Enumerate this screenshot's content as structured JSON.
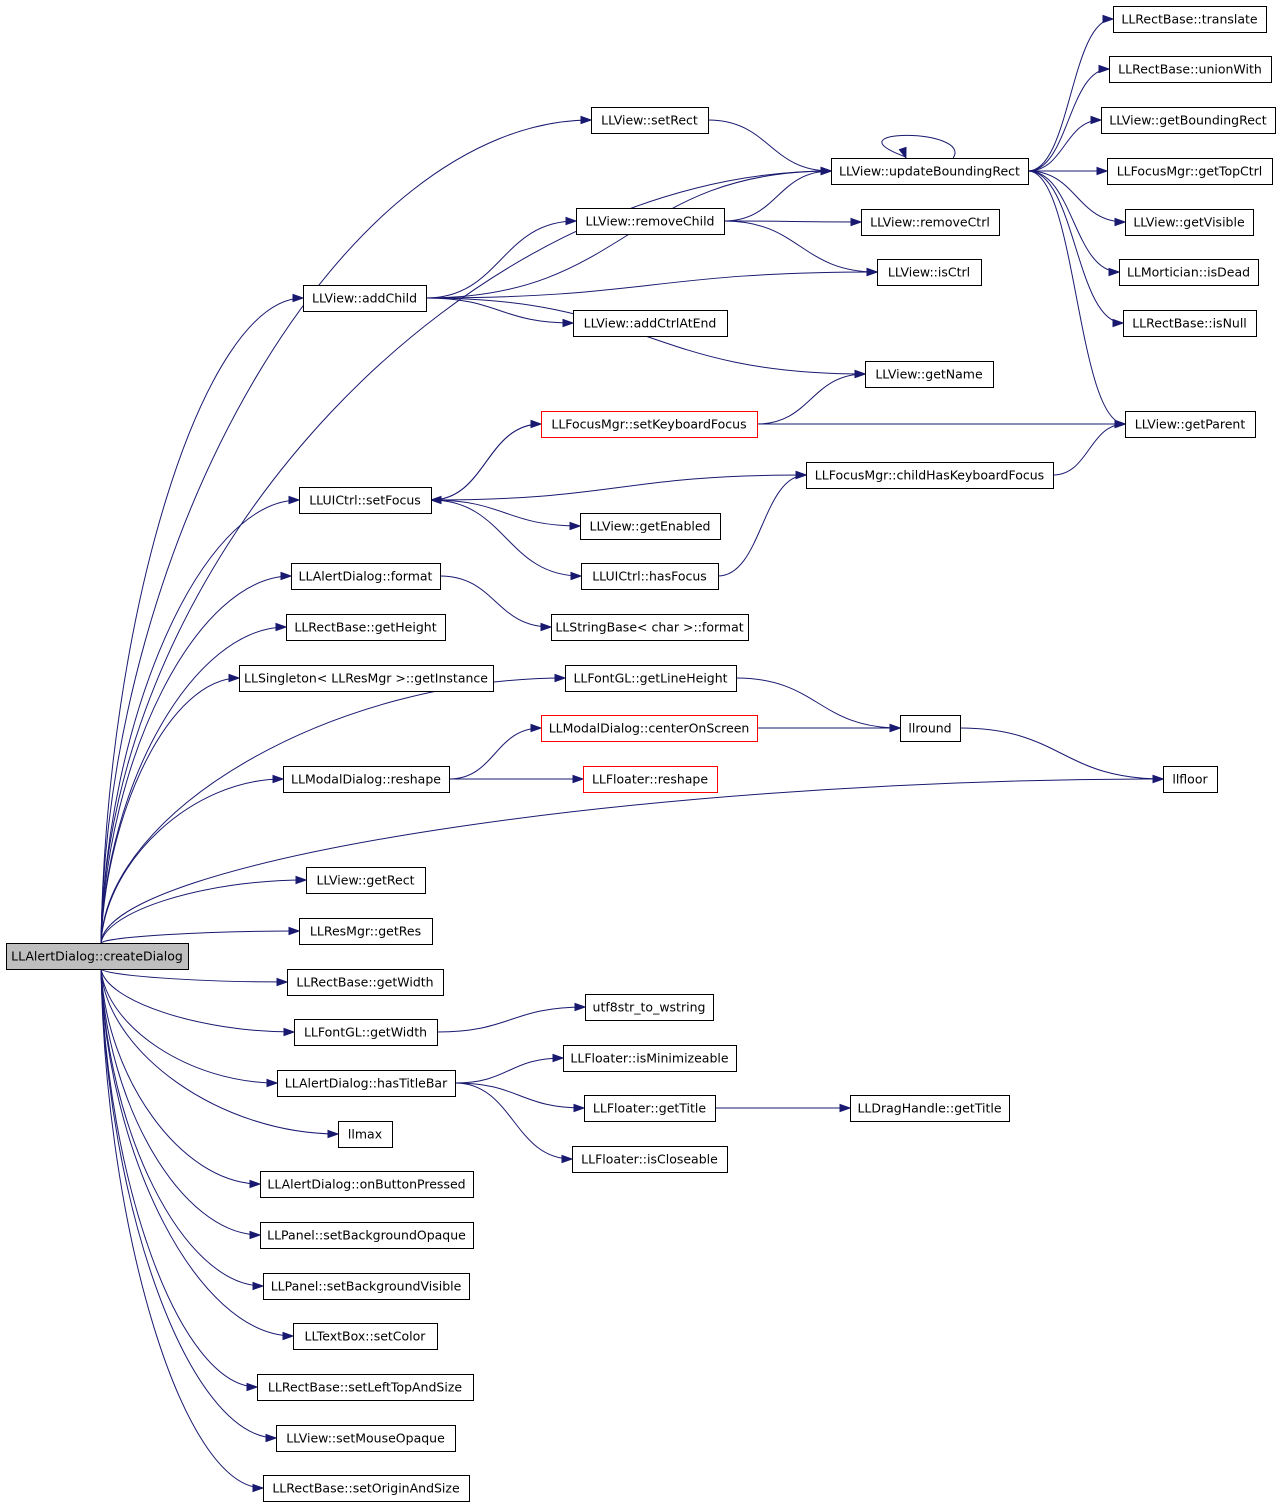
{
  "title": "",
  "nodes": [
    {
      "id": "createDialog",
      "label": "LLAlertDialog::createDialog",
      "style": "root"
    },
    {
      "id": "setRect",
      "label": "LLView::setRect"
    },
    {
      "id": "updateBoundingRect",
      "label": "LLView::updateBoundingRect"
    },
    {
      "id": "translate",
      "label": "LLRectBase::translate"
    },
    {
      "id": "unionWith",
      "label": "LLRectBase::unionWith"
    },
    {
      "id": "getBoundingRect",
      "label": "LLView::getBoundingRect"
    },
    {
      "id": "getTopCtrl",
      "label": "LLFocusMgr::getTopCtrl"
    },
    {
      "id": "getVisible",
      "label": "LLView::getVisible"
    },
    {
      "id": "isDead",
      "label": "LLMortician::isDead"
    },
    {
      "id": "isNull",
      "label": "LLRectBase::isNull"
    },
    {
      "id": "getParent",
      "label": "LLView::getParent"
    },
    {
      "id": "removeChild",
      "label": "LLView::removeChild"
    },
    {
      "id": "removeCtrl",
      "label": "LLView::removeCtrl"
    },
    {
      "id": "isCtrl",
      "label": "LLView::isCtrl"
    },
    {
      "id": "addChild",
      "label": "LLView::addChild"
    },
    {
      "id": "addCtrlAtEnd",
      "label": "LLView::addCtrlAtEnd"
    },
    {
      "id": "getName",
      "label": "LLView::getName"
    },
    {
      "id": "setKeyboardFocus",
      "label": "LLFocusMgr::setKeyboardFocus",
      "style": "red"
    },
    {
      "id": "setFocus",
      "label": "LLUICtrl::setFocus"
    },
    {
      "id": "childHasKeyboardFocus",
      "label": "LLFocusMgr::childHasKeyboardFocus"
    },
    {
      "id": "getEnabled",
      "label": "LLView::getEnabled"
    },
    {
      "id": "hasFocus",
      "label": "LLUICtrl::hasFocus"
    },
    {
      "id": "alertFormat",
      "label": "LLAlertDialog::format"
    },
    {
      "id": "stringFormat",
      "label": "LLStringBase< char >::format"
    },
    {
      "id": "getHeight",
      "label": "LLRectBase::getHeight"
    },
    {
      "id": "getInstance",
      "label": "LLSingleton< LLResMgr >::getInstance"
    },
    {
      "id": "getLineHeight",
      "label": "LLFontGL::getLineHeight"
    },
    {
      "id": "centerOnScreen",
      "label": "LLModalDialog::centerOnScreen",
      "style": "red"
    },
    {
      "id": "llround",
      "label": "llround"
    },
    {
      "id": "modalReshape",
      "label": "LLModalDialog::reshape"
    },
    {
      "id": "floaterReshape",
      "label": "LLFloater::reshape",
      "style": "red"
    },
    {
      "id": "llfloor",
      "label": "llfloor"
    },
    {
      "id": "getRect",
      "label": "LLView::getRect"
    },
    {
      "id": "getRes",
      "label": "LLResMgr::getRes"
    },
    {
      "id": "rectGetWidth",
      "label": "LLRectBase::getWidth"
    },
    {
      "id": "fontGetWidth",
      "label": "LLFontGL::getWidth"
    },
    {
      "id": "utf8str",
      "label": "utf8str_to_wstring"
    },
    {
      "id": "isMinimizeable",
      "label": "LLFloater::isMinimizeable"
    },
    {
      "id": "hasTitleBar",
      "label": "LLAlertDialog::hasTitleBar"
    },
    {
      "id": "floaterGetTitle",
      "label": "LLFloater::getTitle"
    },
    {
      "id": "dragGetTitle",
      "label": "LLDragHandle::getTitle"
    },
    {
      "id": "isCloseable",
      "label": "LLFloater::isCloseable"
    },
    {
      "id": "llmax",
      "label": "llmax"
    },
    {
      "id": "onButtonPressed",
      "label": "LLAlertDialog::onButtonPressed"
    },
    {
      "id": "setBackgroundOpaque",
      "label": "LLPanel::setBackgroundOpaque"
    },
    {
      "id": "setBackgroundVisible",
      "label": "LLPanel::setBackgroundVisible"
    },
    {
      "id": "setColor",
      "label": "LLTextBox::setColor"
    },
    {
      "id": "setLeftTopAndSize",
      "label": "LLRectBase::setLeftTopAndSize"
    },
    {
      "id": "setMouseOpaque",
      "label": "LLView::setMouseOpaque"
    },
    {
      "id": "setOriginAndSize",
      "label": "LLRectBase::setOriginAndSize"
    }
  ],
  "edges": [
    [
      "createDialog",
      "setRect"
    ],
    [
      "createDialog",
      "updateBoundingRect"
    ],
    [
      "createDialog",
      "addChild"
    ],
    [
      "createDialog",
      "setFocus"
    ],
    [
      "createDialog",
      "alertFormat"
    ],
    [
      "createDialog",
      "getHeight"
    ],
    [
      "createDialog",
      "getInstance"
    ],
    [
      "createDialog",
      "getLineHeight"
    ],
    [
      "createDialog",
      "modalReshape"
    ],
    [
      "createDialog",
      "llfloor"
    ],
    [
      "createDialog",
      "getRect"
    ],
    [
      "createDialog",
      "getRes"
    ],
    [
      "createDialog",
      "rectGetWidth"
    ],
    [
      "createDialog",
      "fontGetWidth"
    ],
    [
      "createDialog",
      "hasTitleBar"
    ],
    [
      "createDialog",
      "llmax"
    ],
    [
      "createDialog",
      "onButtonPressed"
    ],
    [
      "createDialog",
      "setBackgroundOpaque"
    ],
    [
      "createDialog",
      "setBackgroundVisible"
    ],
    [
      "createDialog",
      "setColor"
    ],
    [
      "createDialog",
      "setLeftTopAndSize"
    ],
    [
      "createDialog",
      "setMouseOpaque"
    ],
    [
      "createDialog",
      "setOriginAndSize"
    ],
    [
      "setRect",
      "updateBoundingRect"
    ],
    [
      "updateBoundingRect",
      "updateBoundingRect"
    ],
    [
      "updateBoundingRect",
      "translate"
    ],
    [
      "updateBoundingRect",
      "unionWith"
    ],
    [
      "updateBoundingRect",
      "getBoundingRect"
    ],
    [
      "updateBoundingRect",
      "getTopCtrl"
    ],
    [
      "updateBoundingRect",
      "getVisible"
    ],
    [
      "updateBoundingRect",
      "isDead"
    ],
    [
      "updateBoundingRect",
      "isNull"
    ],
    [
      "updateBoundingRect",
      "getParent"
    ],
    [
      "removeChild",
      "updateBoundingRect"
    ],
    [
      "removeChild",
      "removeCtrl"
    ],
    [
      "removeChild",
      "isCtrl"
    ],
    [
      "addChild",
      "updateBoundingRect"
    ],
    [
      "addChild",
      "removeChild"
    ],
    [
      "addChild",
      "isCtrl"
    ],
    [
      "addChild",
      "addCtrlAtEnd"
    ],
    [
      "addChild",
      "getName"
    ],
    [
      "setKeyboardFocus",
      "getName"
    ],
    [
      "setKeyboardFocus",
      "getParent"
    ],
    [
      "setKeyboardFocus",
      "setFocus"
    ],
    [
      "setFocus",
      "setKeyboardFocus"
    ],
    [
      "setFocus",
      "childHasKeyboardFocus"
    ],
    [
      "setFocus",
      "getEnabled"
    ],
    [
      "setFocus",
      "hasFocus"
    ],
    [
      "childHasKeyboardFocus",
      "getParent"
    ],
    [
      "hasFocus",
      "childHasKeyboardFocus"
    ],
    [
      "alertFormat",
      "stringFormat"
    ],
    [
      "getLineHeight",
      "llround"
    ],
    [
      "centerOnScreen",
      "llround"
    ],
    [
      "llround",
      "llfloor"
    ],
    [
      "modalReshape",
      "centerOnScreen"
    ],
    [
      "modalReshape",
      "floaterReshape"
    ],
    [
      "fontGetWidth",
      "utf8str"
    ],
    [
      "hasTitleBar",
      "isMinimizeable"
    ],
    [
      "hasTitleBar",
      "floaterGetTitle"
    ],
    [
      "hasTitleBar",
      "isCloseable"
    ],
    [
      "floaterGetTitle",
      "dragGetTitle"
    ]
  ]
}
